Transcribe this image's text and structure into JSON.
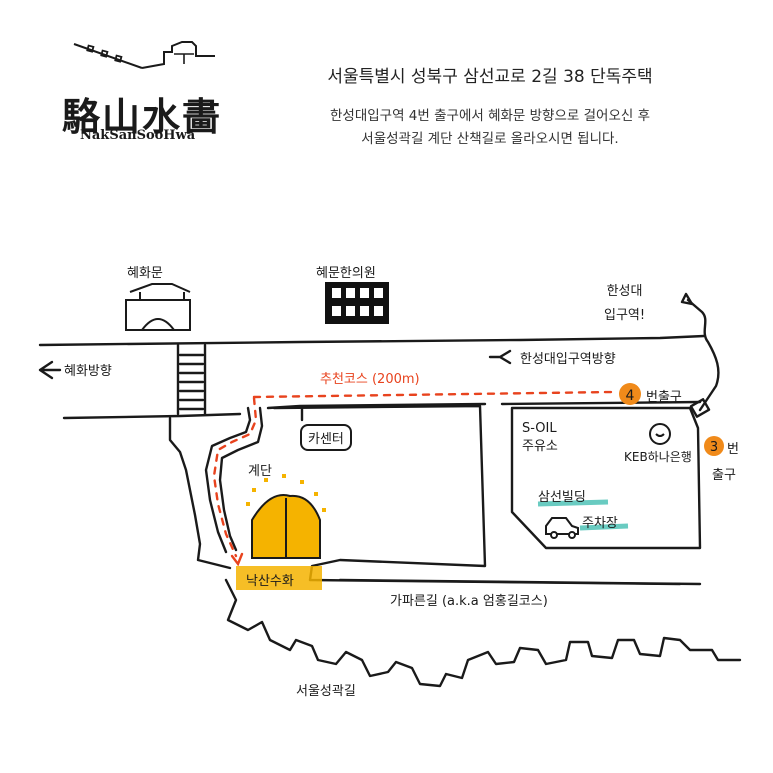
{
  "brand": {
    "name_hanja": "駱山水畵",
    "name_roman": "NakSanSooHwa"
  },
  "header": {
    "address": "서울특별시 성북구 삼선교로 2길 38 단독주택",
    "directions_line1": "한성대입구역 4번 출구에서 혜화문 방향으로 걸어오신 후",
    "directions_line2": "서울성곽길 계단 산책길로 올라오시면 됩니다."
  },
  "map": {
    "landmarks": {
      "hyehwamun": "혜화문",
      "hyemun_clinic": "혜문한의원",
      "hansung_station": "한성대\n입구역!",
      "car_center": "카센터",
      "soil": "S-OIL\n주유소",
      "keb": "KEB하나은행",
      "samseon_building": "삼선빌딩",
      "parking": "주차장",
      "stairs": "계단",
      "naksan_suhwa": "낙산수화"
    },
    "directions": {
      "to_hyehwa": "혜화방향",
      "to_hansung": "한성대입구역방향"
    },
    "recommended_course": "추천코스 (200m)",
    "exits": {
      "exit4_num": "4",
      "exit4_label": "번출구",
      "exit3_num": "3",
      "exit3_label_a": "번",
      "exit3_label_b": "출구"
    },
    "roads": {
      "gapareun": "가파른길 (a.k.a 엄홍길코스)",
      "seongwak": "서울성곽길"
    },
    "colors": {
      "route": "#e8431e",
      "exit_badge": "#f08a1a",
      "building_fill": "#f5b300",
      "highlight": "#f5b300",
      "teal_underline": "#2bb6a8",
      "ink": "#1a1a1a"
    }
  }
}
